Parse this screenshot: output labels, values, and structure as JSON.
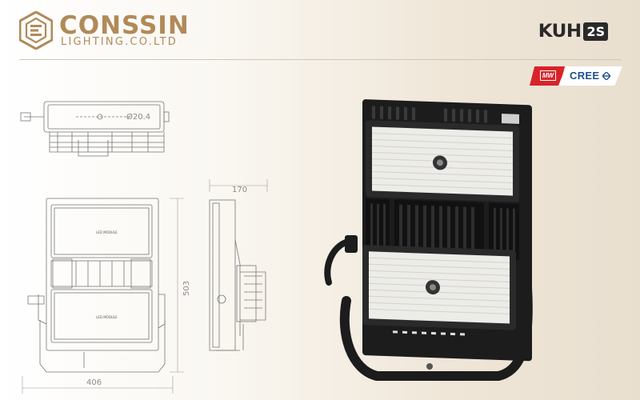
{
  "brand": {
    "name": "CONSSIN",
    "subtitle": "LIGHTING.CO.LTD",
    "logo_icon": "conssin-logo-icon",
    "color": "#b08a58"
  },
  "series": {
    "name": "KUH",
    "code": "2S"
  },
  "certifications": {
    "power_supply_icon": "meanwell-icon",
    "power_supply_mark": "MW",
    "led_brand": "CREE",
    "led_icon": "cree-diamond-icon",
    "red": "#d8232a",
    "blue": "#1d4f91"
  },
  "drawings": {
    "side_diameter": "Ø20.4",
    "depth_dim": "170",
    "height_dim": "503",
    "width_dim": "406",
    "module_label_top": "LED MODULE",
    "module_label_bottom": "LED MODULE"
  },
  "product": {
    "photo_icon": "floodlight-product-icon",
    "body_color": "#1c1c1c",
    "lens_color": "#ecece8"
  }
}
